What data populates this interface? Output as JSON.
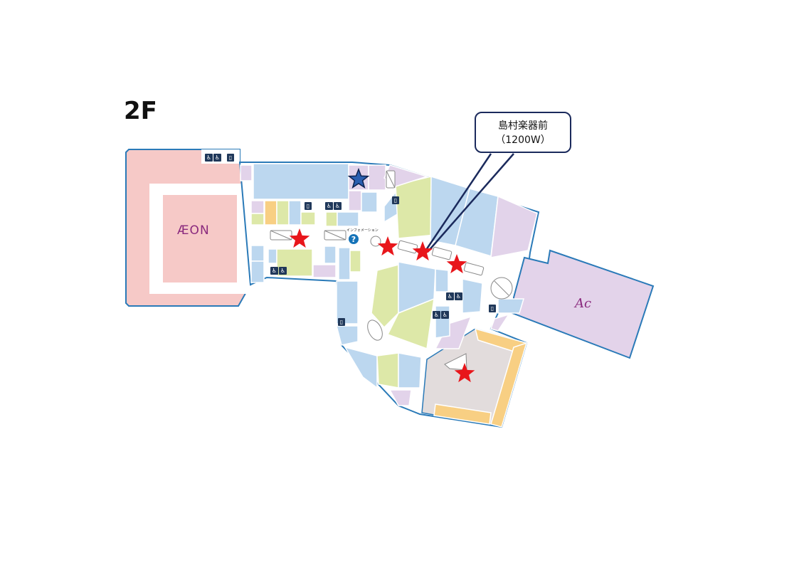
{
  "floor": {
    "label": "2F"
  },
  "callout": {
    "title": "島村楽器前",
    "subtitle": "（1200W）"
  },
  "anchors": {
    "aeon": "ÆON",
    "ac": "Ac"
  },
  "information": {
    "label": "インフォメーション",
    "icon": "question-icon"
  },
  "markers": {
    "red_count": 5,
    "blue_count": 1,
    "red_color": "#e8161b",
    "blue_color": "#2a5fb0"
  },
  "colors": {
    "outline": "#2a7ab8",
    "anchor_aeon": "#f6c9c7",
    "anchor_ac": "#e3d3ea",
    "store_blue": "#bcd7ef",
    "store_green": "#dde8a8",
    "store_purple": "#e2d3ea",
    "store_orange": "#f8cf83",
    "store_gray": "#e2dcdc"
  },
  "facility_icons": [
    "restroom-icon",
    "accessible-icon",
    "elevator-icon"
  ]
}
